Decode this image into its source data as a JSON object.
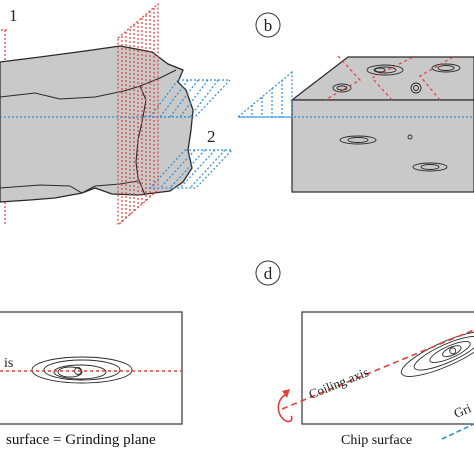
{
  "figure": {
    "panel_a": {
      "label_1": "1",
      "label_2": "2"
    },
    "panel_b": {
      "letter": "b"
    },
    "panel_c": {
      "axis_fragment": "is",
      "caption": "surface = Grinding plane"
    },
    "panel_d": {
      "letter": "d",
      "coiling_axis_label": "Coiling axis",
      "grinding_fragment": "Gri",
      "caption": "Chip surface"
    }
  },
  "colors": {
    "rock_fill": "#c9c9c9",
    "outline": "#2a2a2a",
    "red_plane": "#e0413a",
    "blue_plane": "#2f8fd3",
    "panel_border": "#333333"
  }
}
